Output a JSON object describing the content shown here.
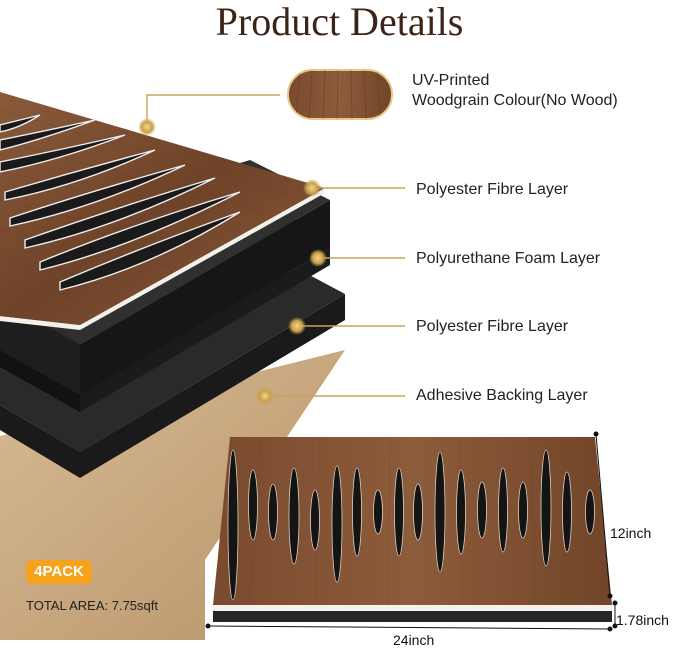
{
  "header": {
    "title": "Product Details"
  },
  "swatch": {
    "line1": "UV-Printed",
    "line2": "Woodgrain Colour(No Wood)"
  },
  "layers": [
    {
      "label": "Polyester Fibre Layer"
    },
    {
      "label": "Polyurethane Foam Layer"
    },
    {
      "label": "Polyester Fibre Layer"
    },
    {
      "label": "Adhesive Backing Layer"
    }
  ],
  "pack": {
    "badge": "4PACK",
    "total_area": "TOTAL AREA: 7.75sqft"
  },
  "dimensions": {
    "width": "12inch",
    "thickness": "1.78inch",
    "length": "24inch"
  },
  "colors": {
    "walnut": "#7a4a2e",
    "gold": "#c9a45c",
    "badge": "#f7a21c",
    "foam": "#1f1f1f",
    "backing": "#c9a57a"
  }
}
